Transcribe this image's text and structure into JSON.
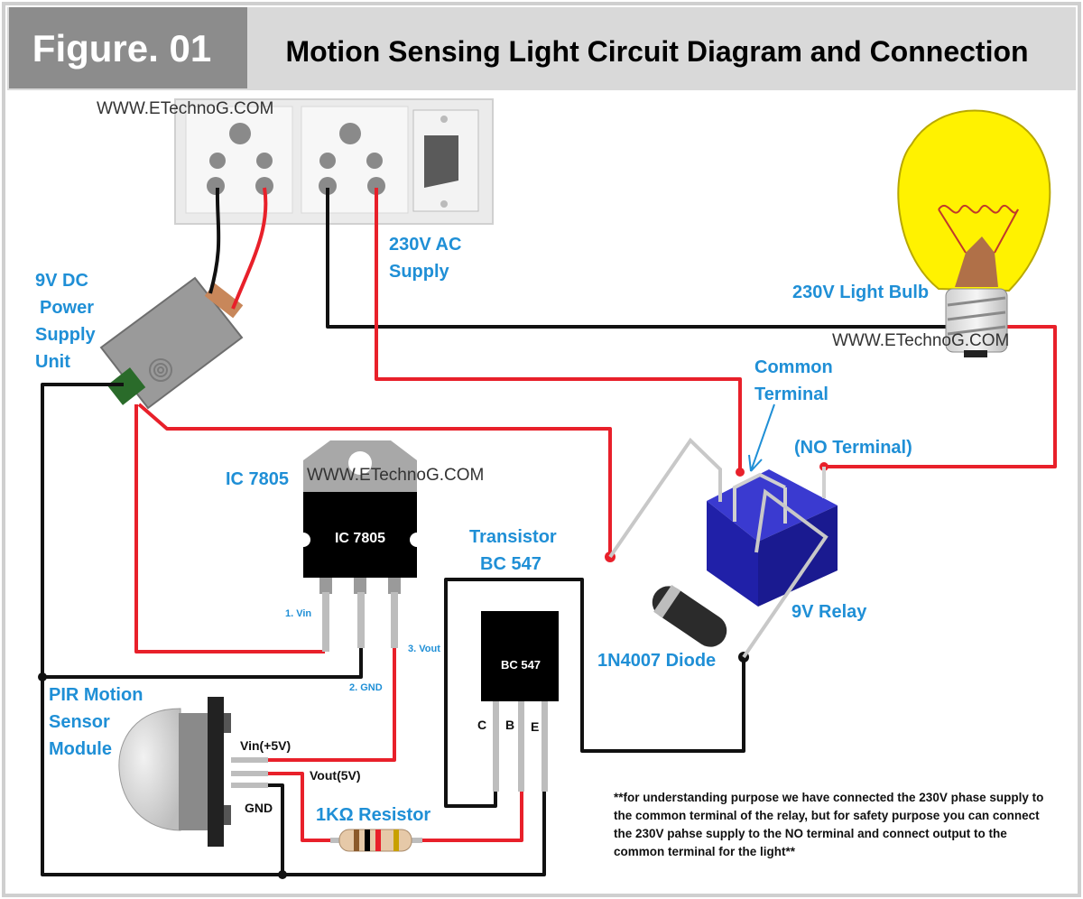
{
  "header": {
    "figure_label": "Figure. 01",
    "title": "Motion Sensing Light Circuit Diagram and Connection"
  },
  "watermarks": [
    "WWW.ETechnoG.COM",
    "WWW.ETechnoG.COM",
    "WWW.ETechnoG.COM"
  ],
  "labels": {
    "ac_supply": [
      "230V AC",
      "Supply"
    ],
    "power_supply": [
      "9V DC",
      "Power",
      "Supply",
      "Unit"
    ],
    "light_bulb": "230V Light Bulb",
    "common_terminal": [
      "Common",
      "Terminal"
    ],
    "no_terminal": "(NO Terminal)",
    "ic_label": "IC 7805",
    "transistor": [
      "Transistor",
      "BC 547"
    ],
    "relay": "9V Relay",
    "diode": "1N4007 Diode",
    "pir": [
      "PIR Motion",
      "Sensor",
      "Module"
    ],
    "resistor": "1KΩ Resistor"
  },
  "ic": {
    "body_text": "IC 7805",
    "pins": [
      "1. Vin",
      "2. GND",
      "3. Vout"
    ]
  },
  "transistor": {
    "body_text": "BC 547",
    "pins": [
      "C",
      "B",
      "E"
    ]
  },
  "pir_pins": [
    "Vin(+5V)",
    "Vout(5V)",
    "GND"
  ],
  "note": [
    "**for understanding purpose we have connected the 230V phase supply to",
    "the common terminal of the relay, but for safety purpose you can connect",
    "the 230V pahse supply to the NO terminal and connect output to the",
    "common terminal for the light**"
  ],
  "colors": {
    "wire_red": "#e8202a",
    "wire_black": "#111111",
    "label_blue": "#1f8fd6",
    "header_gray": "#8c8c8c",
    "relay_blue": "#2828b4",
    "bulb_yellow": "#fff200"
  }
}
